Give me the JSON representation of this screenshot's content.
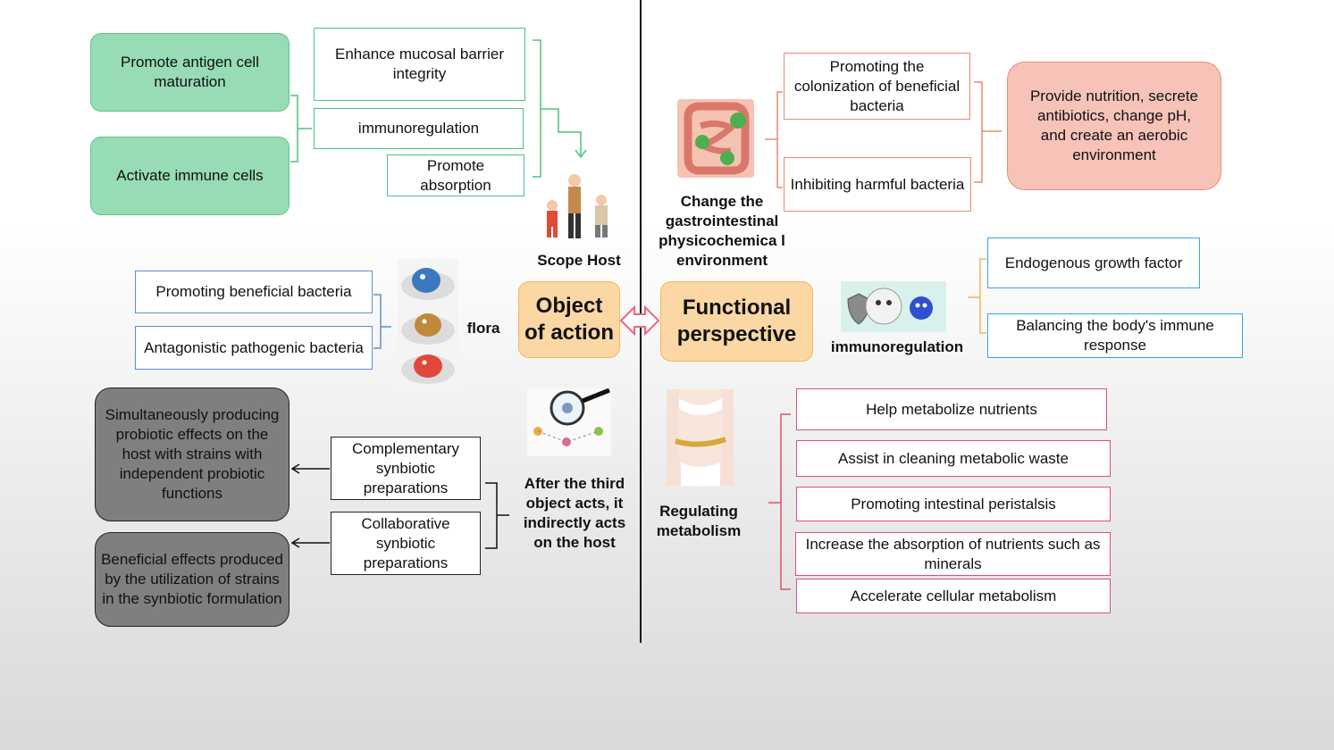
{
  "left": {
    "green_round": [
      "Promote antigen cell maturation",
      "Activate immune cells"
    ],
    "green_rect": [
      "Enhance mucosal barrier integrity",
      "immunoregulation",
      "Promote absorption"
    ],
    "scope_host_label": "Scope Host",
    "blue_rect": [
      "Promoting beneficial bacteria",
      "Antagonistic pathogenic bacteria"
    ],
    "flora_label": "flora",
    "gray_round": [
      "Simultaneously producing probiotic effects on the host with strains with independent probiotic functions",
      "Beneficial effects produced by the utilization of strains in the synbiotic formulation"
    ],
    "black_rect": [
      "Complementary synbiotic preparations",
      "Collaborative synbiotic preparations"
    ],
    "third_object_label": "After the third object acts, it indirectly acts on the host"
  },
  "center": {
    "object_of_action": "Object of action",
    "functional_perspective": "Functional perspective"
  },
  "right": {
    "gi_label": "Change the gastrointestinal physicochemica l environment",
    "orange_rect": [
      "Promoting the colonization of beneficial bacteria",
      "Inhibiting harmful bacteria"
    ],
    "salmon_round": "Provide nutrition, secrete antibiotics, change pH, and create an aerobic environment",
    "immuno_label": "immunoregulation",
    "cyan_rect": [
      "Endogenous growth factor",
      "Balancing the body's immune response"
    ],
    "metabolism_label": "Regulating metabolism",
    "pink_rect": [
      "Help metabolize nutrients",
      "Assist in cleaning metabolic waste",
      "Promoting intestinal peristalsis",
      "Increase the absorption of nutrients such as minerals",
      "Accelerate cellular metabolism"
    ]
  },
  "icons": [
    "intestine-icon",
    "family-icon",
    "bacteria-icon",
    "immune-cell-icon",
    "magnifier-icon",
    "waist-icon",
    "double-arrow-icon"
  ],
  "colors": {
    "green": "#97dcb4",
    "gray": "#7f7f7f",
    "orange": "#fbd7a4",
    "salmon": "#f7c3b8",
    "cyan_border": "#35a6e0",
    "pink_border": "#e0506a",
    "blue_border": "#5b8fd6"
  }
}
